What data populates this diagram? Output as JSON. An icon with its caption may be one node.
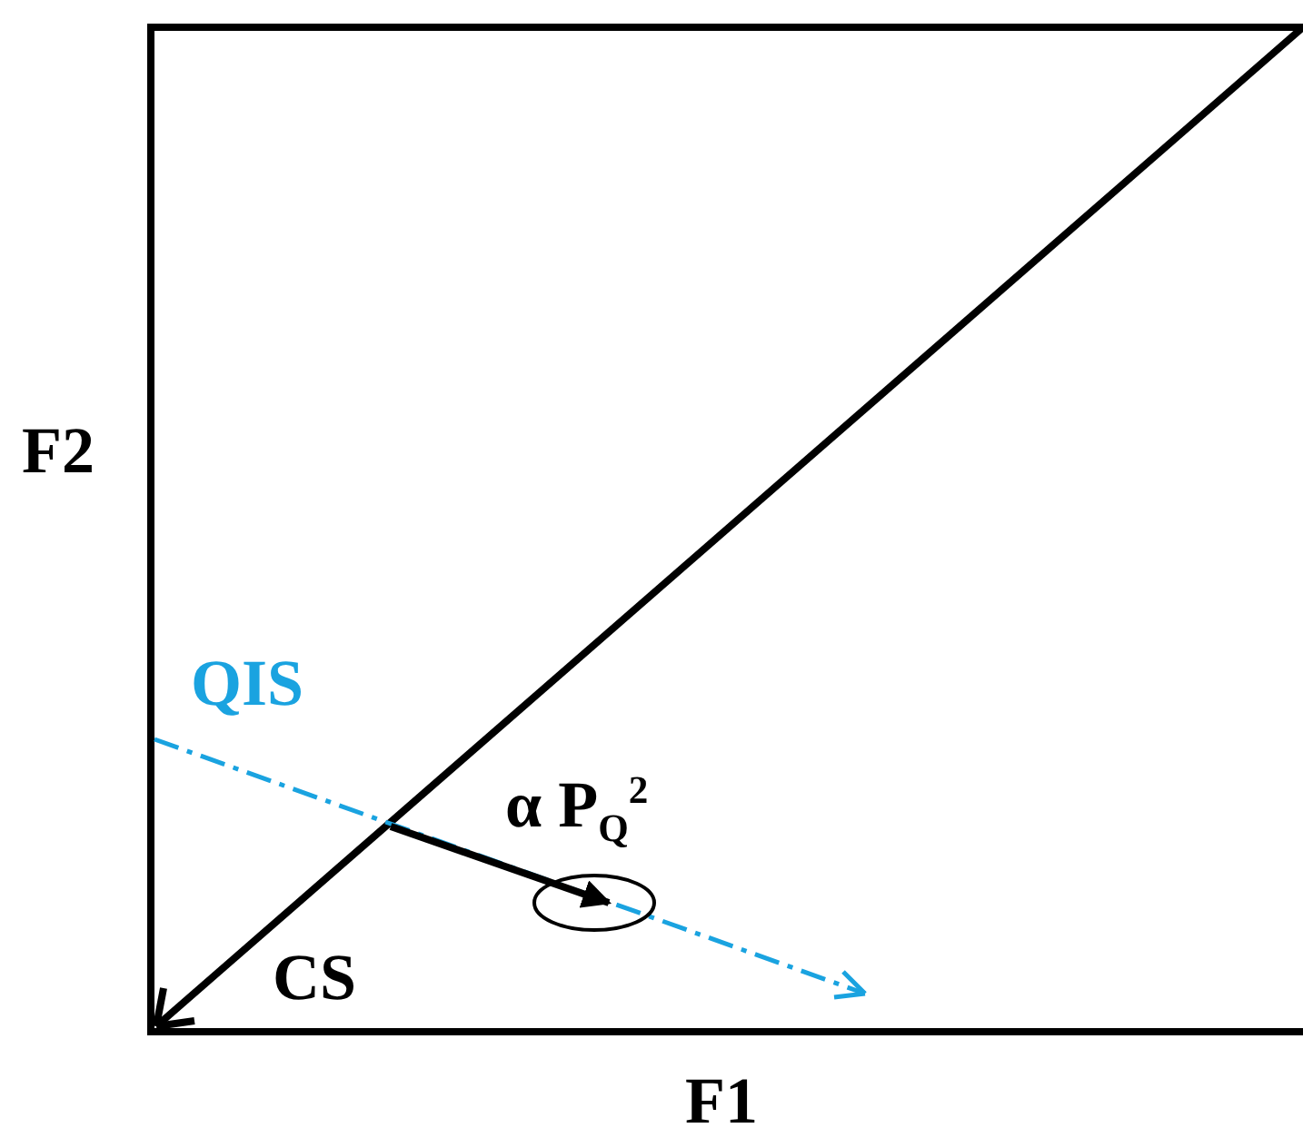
{
  "diagram": {
    "nodes": [
      {
        "text": [],
        "shape": "box"
      },
      {
        "text": [],
        "shape": "circle",
        "in": 0
      }
    ],
    "edges": [
      {
        "from": null,
        "to": 1,
        "arrow": "to"
      }
    ],
    "labels": [
      "F2",
      "F1",
      "QIS",
      "CS",
      "α P$_{Q}$$^{2}$"
    ]
  }
}
